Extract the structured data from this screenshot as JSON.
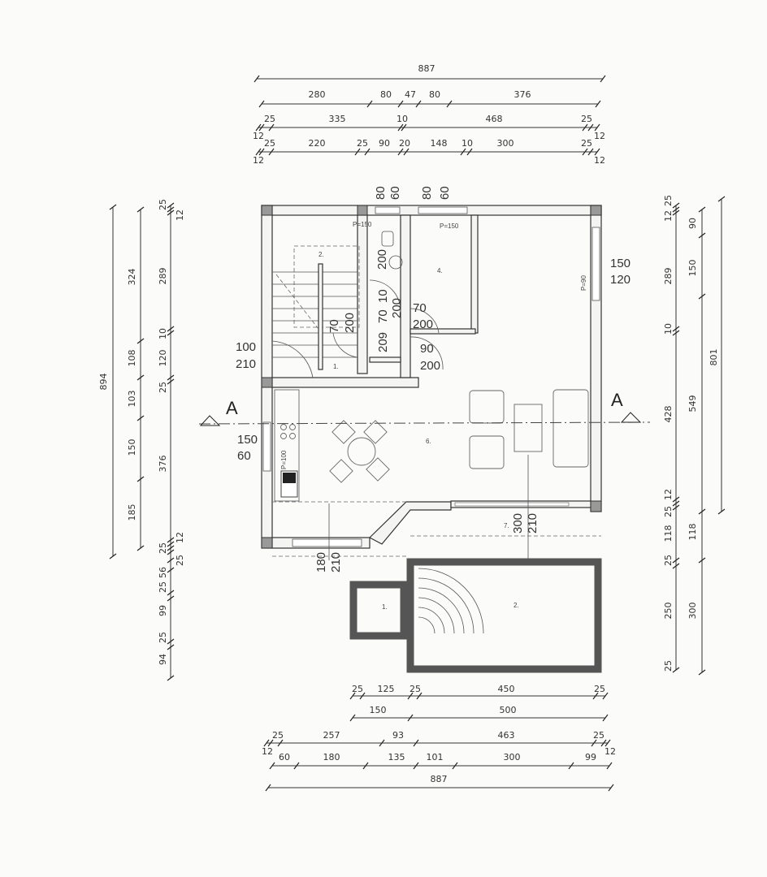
{
  "dimensions": {
    "top": [
      [
        "887"
      ],
      [
        "280",
        "80",
        "47",
        "80",
        "376"
      ],
      [
        "12",
        "25",
        "335",
        "10",
        "468",
        "25",
        "12"
      ],
      [
        "12",
        "25",
        "220",
        "25",
        "90",
        "20",
        "148",
        "10",
        "300",
        "25",
        "12"
      ]
    ],
    "bottom": [
      [
        "25",
        "125",
        "25",
        "450",
        "25"
      ],
      [
        "150",
        "500"
      ],
      [
        "12",
        "25",
        "257",
        "93",
        "463",
        "25",
        "12"
      ],
      [
        "60",
        "180",
        "135",
        "101",
        "300",
        "99"
      ],
      [
        "887"
      ]
    ],
    "left": [
      [
        "894"
      ],
      [
        "324",
        "108",
        "103",
        "150",
        "185"
      ],
      [
        "25",
        "12",
        "289",
        "10",
        "120",
        "25",
        "376",
        "12",
        "25",
        "25",
        "56",
        "25",
        "99",
        "25",
        "94"
      ]
    ],
    "right": [
      [
        "25",
        "12",
        "289",
        "10",
        "428",
        "12",
        "25",
        "118",
        "25",
        "250",
        "25"
      ],
      [
        "90",
        "150",
        "549",
        "118",
        "300"
      ],
      [
        "801"
      ]
    ]
  },
  "rooms": {
    "stair": "2.",
    "hall": "1.",
    "room4": "4.",
    "living": "6.",
    "terrace": "7.",
    "pool_small": "1.",
    "pool_large": "2."
  },
  "openings": {
    "top_bath_w": "80",
    "top_bath_h": "60",
    "top_room4_w": "80",
    "top_room4_h": "60",
    "p_bath": "P=150",
    "p_room4": "P=150",
    "p_right": "P=90",
    "p_kitchen": "P=100",
    "bath_200": "200",
    "bath_door_w": "70",
    "bath_door_w2": "10",
    "bath_door_h": "200",
    "stair_door_w": "70",
    "stair_door_h": "200",
    "room4_door_w": "70",
    "room4_door_h": "200",
    "hall_door_w": "90",
    "hall_door_h": "200",
    "entry_w": "100",
    "entry_h": "210",
    "right_win_w": "150",
    "right_win_h": "120",
    "kitchen_win_w": "150",
    "kitchen_win_h": "60",
    "bottom_door_w": "180",
    "bottom_door_h": "210",
    "slide_w": "300",
    "slide_h": "210",
    "hall_209": "209"
  },
  "section": {
    "left": "A",
    "right": "A"
  }
}
